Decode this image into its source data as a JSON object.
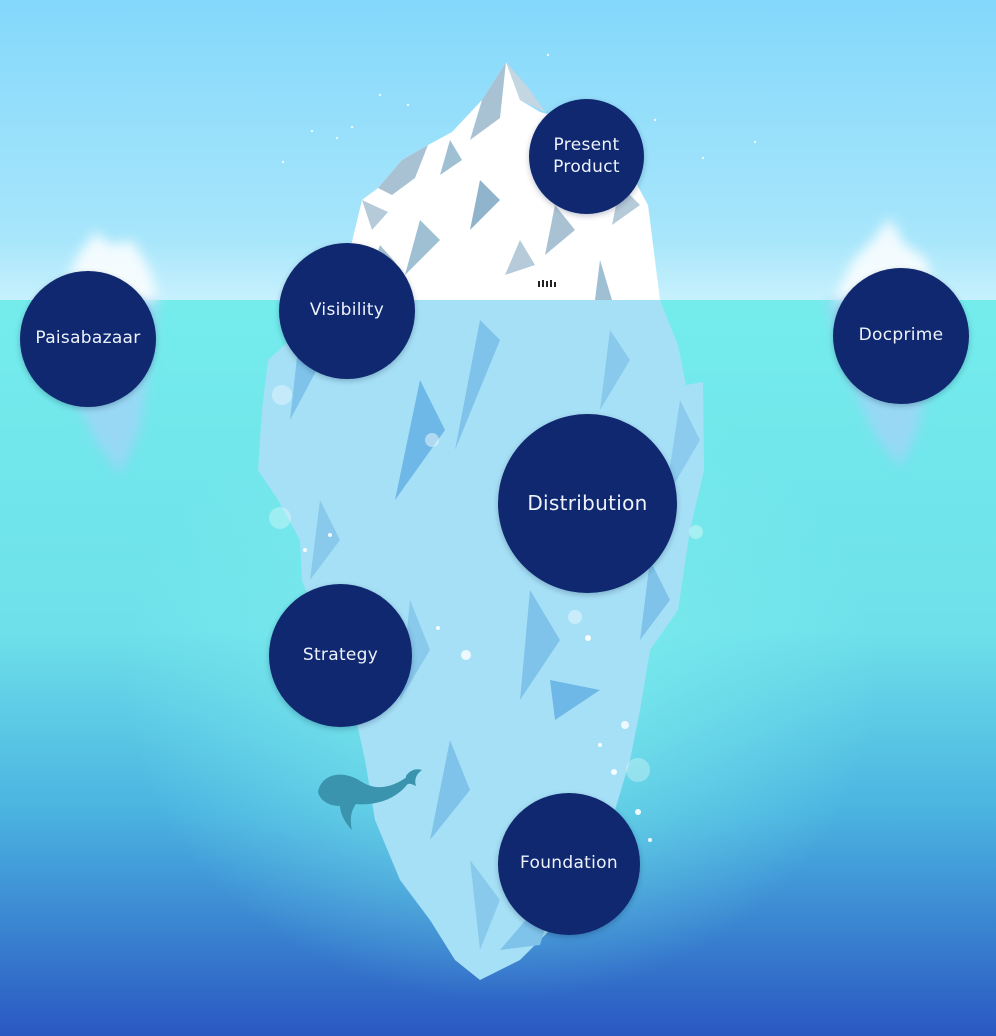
{
  "nodes": {
    "paisabazaar": "Paisabazaar",
    "visibility": "Visibility",
    "present_product": "Present\nProduct",
    "docprime": "Docprime",
    "distribution": "Distribution",
    "strategy": "Strategy",
    "foundation": "Foundation"
  },
  "colors": {
    "node_fill": "#0f2870",
    "node_text": "#eef2fb",
    "sky": "#7fd8f8",
    "water": "#6fe6e8",
    "deep_water": "#2c5ec4",
    "ice": "#ffffff",
    "ice_underwater": "#a8e2f8"
  },
  "icons": [
    "iceberg-illustration",
    "whale-icon",
    "penguins-icon"
  ]
}
